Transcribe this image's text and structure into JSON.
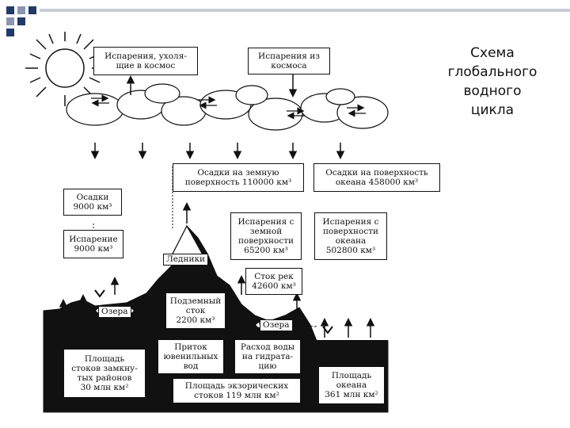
{
  "title_lines": [
    "Схема",
    "глобального",
    "водного",
    "цикла"
  ],
  "boxes": {
    "evap_out": [
      "Испарения, ухоля-",
      "щие в космос"
    ],
    "evap_in": [
      "Испарения из",
      "космоса"
    ],
    "precip_land": [
      "Осадки на земную",
      "поверхность 110000 км³"
    ],
    "precip_ocean": [
      "Осадки на поверхность",
      "океана 458000 км³"
    ],
    "precip_closed": [
      "Осадки",
      "9000 км³"
    ],
    "evap_closed": [
      "Испарение",
      "9000 км³"
    ],
    "evap_land": [
      "Испарения с",
      "земной",
      "поверхности",
      "65200 км³"
    ],
    "evap_ocean": [
      "Испарения с",
      "поверхности",
      "океана",
      "502800 км³"
    ],
    "river": [
      "Сток рек",
      "42600 км³"
    ],
    "underground": [
      "Подземный",
      "сток",
      "2200 км³"
    ],
    "juvenile": [
      "Приток",
      "ювенильных",
      "вод"
    ],
    "hydration": [
      "Расход воды",
      "на гидрата-",
      "цию"
    ],
    "closed_area": [
      "Площадь",
      "стоков замкну-",
      "тых районов",
      "30 млн км²"
    ],
    "exoreic_area": [
      "Площадь экзорических",
      "стоков 119 млн км²"
    ],
    "ocean_area": [
      "Площадь",
      "океана",
      "361 млн км²"
    ]
  },
  "labels": {
    "glaciers": "Ледники",
    "lakes_left": "Озера",
    "lakes_right": "Озера"
  }
}
